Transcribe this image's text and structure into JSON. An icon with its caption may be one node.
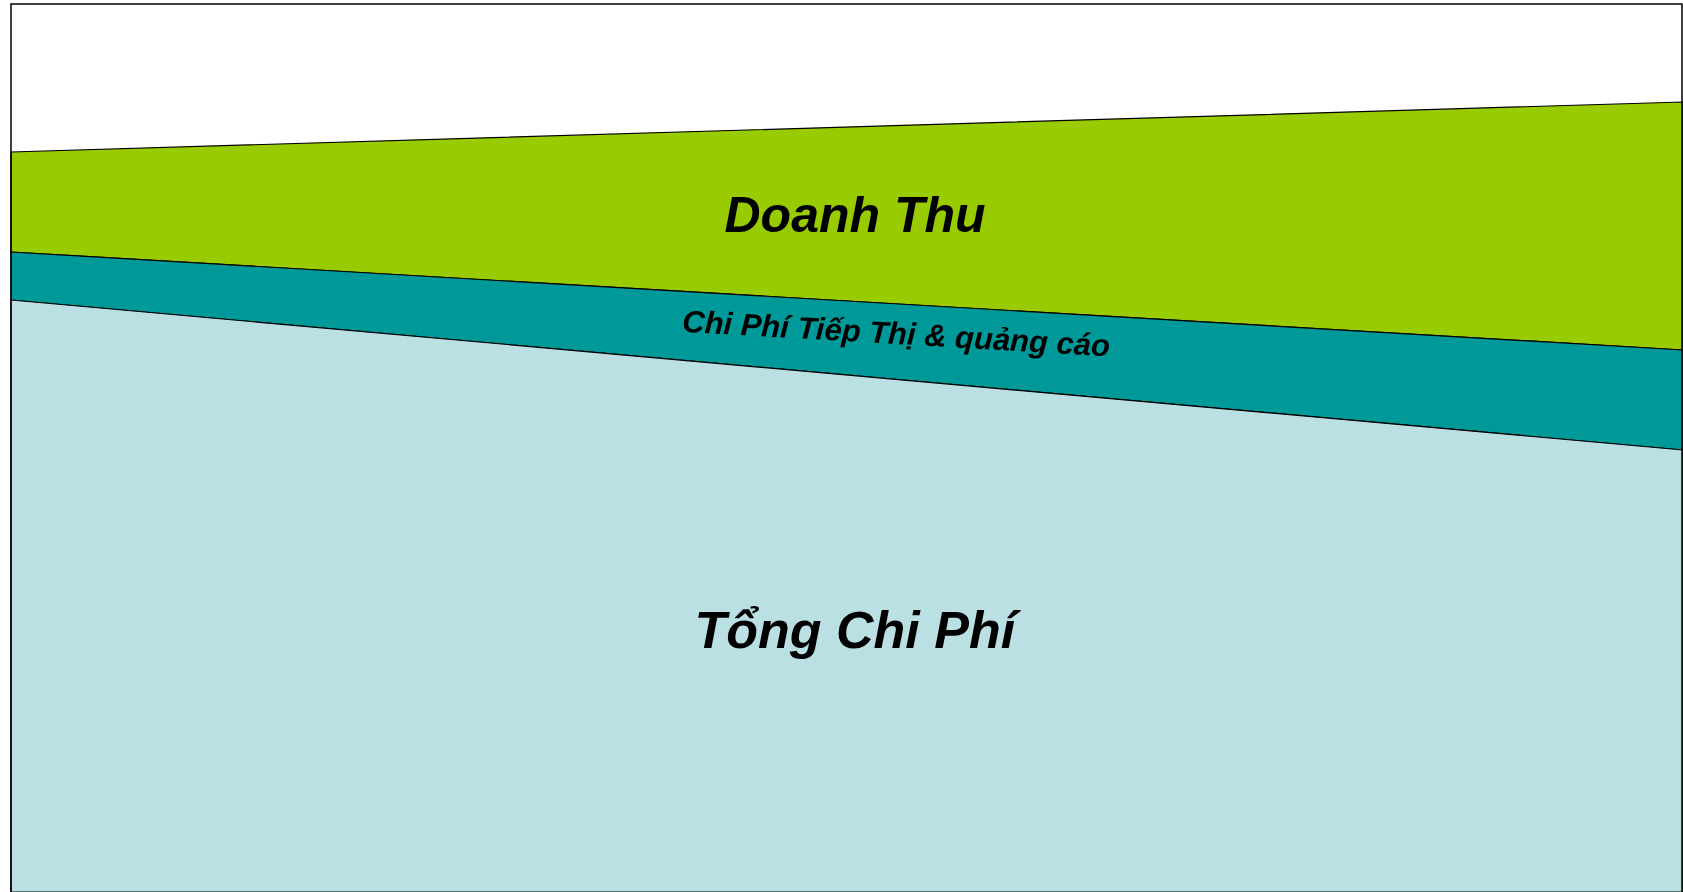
{
  "diagram": {
    "nodes": [
      {
        "text": [
          "Doanh Thu"
        ]
      },
      {
        "text": [
          "Chi Phí Tiếp Thị & quảng cáo"
        ]
      },
      {
        "text": [
          "Tổng Chi Phí"
        ]
      }
    ]
  }
}
